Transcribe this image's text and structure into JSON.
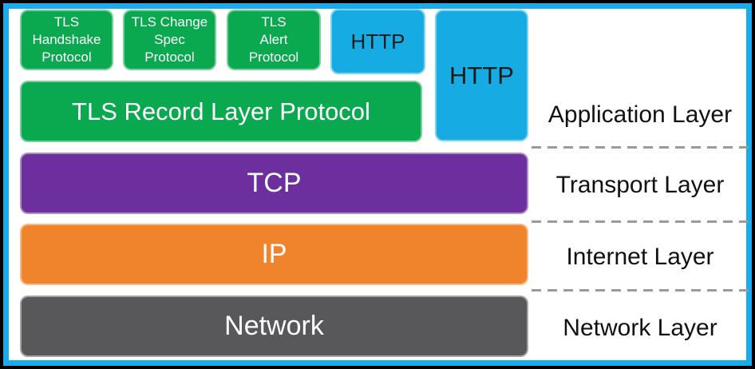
{
  "diagram": {
    "description": "TLS protocol stack diagram",
    "boxes": {
      "tls_handshake": {
        "label": "TLS\nHandshake\nProtocol"
      },
      "tls_change_spec": {
        "label": "TLS Change\nSpec\nProtocol"
      },
      "tls_alert": {
        "label": "TLS\nAlert\nProtocol"
      },
      "http_top": {
        "label": "HTTP"
      },
      "http_tall": {
        "label": "HTTP"
      },
      "tls_record": {
        "label": "TLS Record Layer Protocol"
      },
      "tcp": {
        "label": "TCP"
      },
      "ip": {
        "label": "IP"
      },
      "network": {
        "label": "Network"
      }
    },
    "layer_labels": {
      "application": "Application Layer",
      "transport": "Transport Layer",
      "internet": "Internet Layer",
      "network": "Network Layer"
    },
    "colors": {
      "green": "#0aa84f",
      "cyan": "#17abe3",
      "purple": "#6c2f9d",
      "orange": "#f0842d",
      "gray": "#58585a",
      "frame_outer": "#000000",
      "frame_inner": "#1aabe8",
      "divider": "#9a9a9a",
      "text_light": "#ffffff",
      "text_dark": "#111111"
    }
  }
}
